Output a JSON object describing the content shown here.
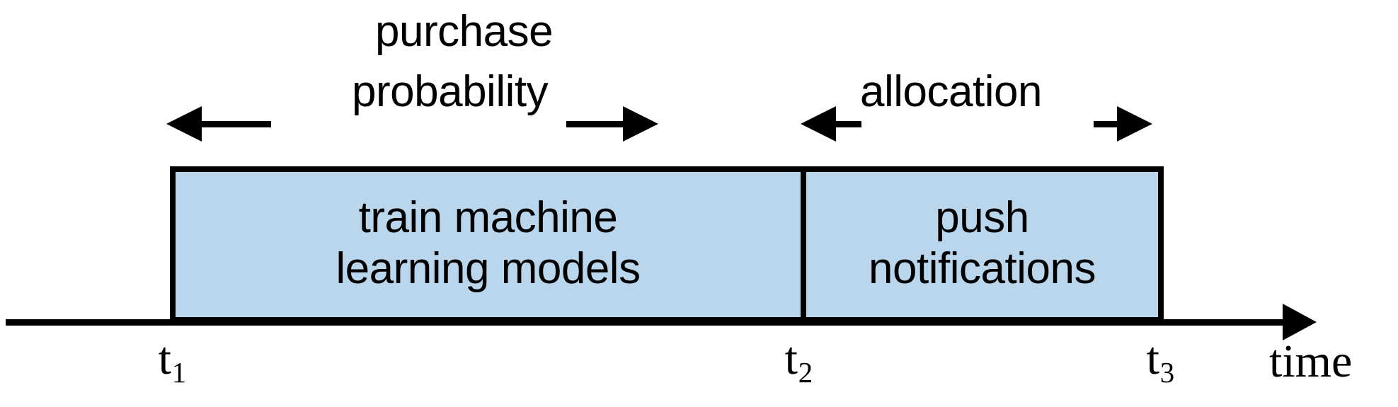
{
  "diagram": {
    "type": "timeline",
    "title": "",
    "background_color": "#ffffff",
    "stroke_color": "#000000",
    "box_fill_color": "#bad6ed",
    "spans": [
      {
        "name": "purchase-probability",
        "label_line1": "purchase",
        "label_line2": "probability",
        "from": "t1",
        "to": "t2",
        "arrow_left": "◀",
        "arrow_right": "▶"
      },
      {
        "name": "allocation",
        "label": "allocation",
        "from": "t2",
        "to": "t3",
        "arrow_left": "◀",
        "arrow_right": "▶"
      }
    ],
    "phases": [
      {
        "name": "train-machine-learning-models",
        "line1": "train machine",
        "line2": "learning models",
        "from": "t1",
        "to": "t2"
      },
      {
        "name": "push-notifications",
        "line1": "push",
        "line2": "notifications",
        "from": "t2",
        "to": "t3"
      }
    ],
    "ticks": [
      {
        "name": "t1",
        "base": "t",
        "sub": "1"
      },
      {
        "name": "t2",
        "base": "t",
        "sub": "2"
      },
      {
        "name": "t3",
        "base": "t",
        "sub": "3"
      }
    ],
    "axis": {
      "caption": "time",
      "arrow": "▶"
    }
  }
}
